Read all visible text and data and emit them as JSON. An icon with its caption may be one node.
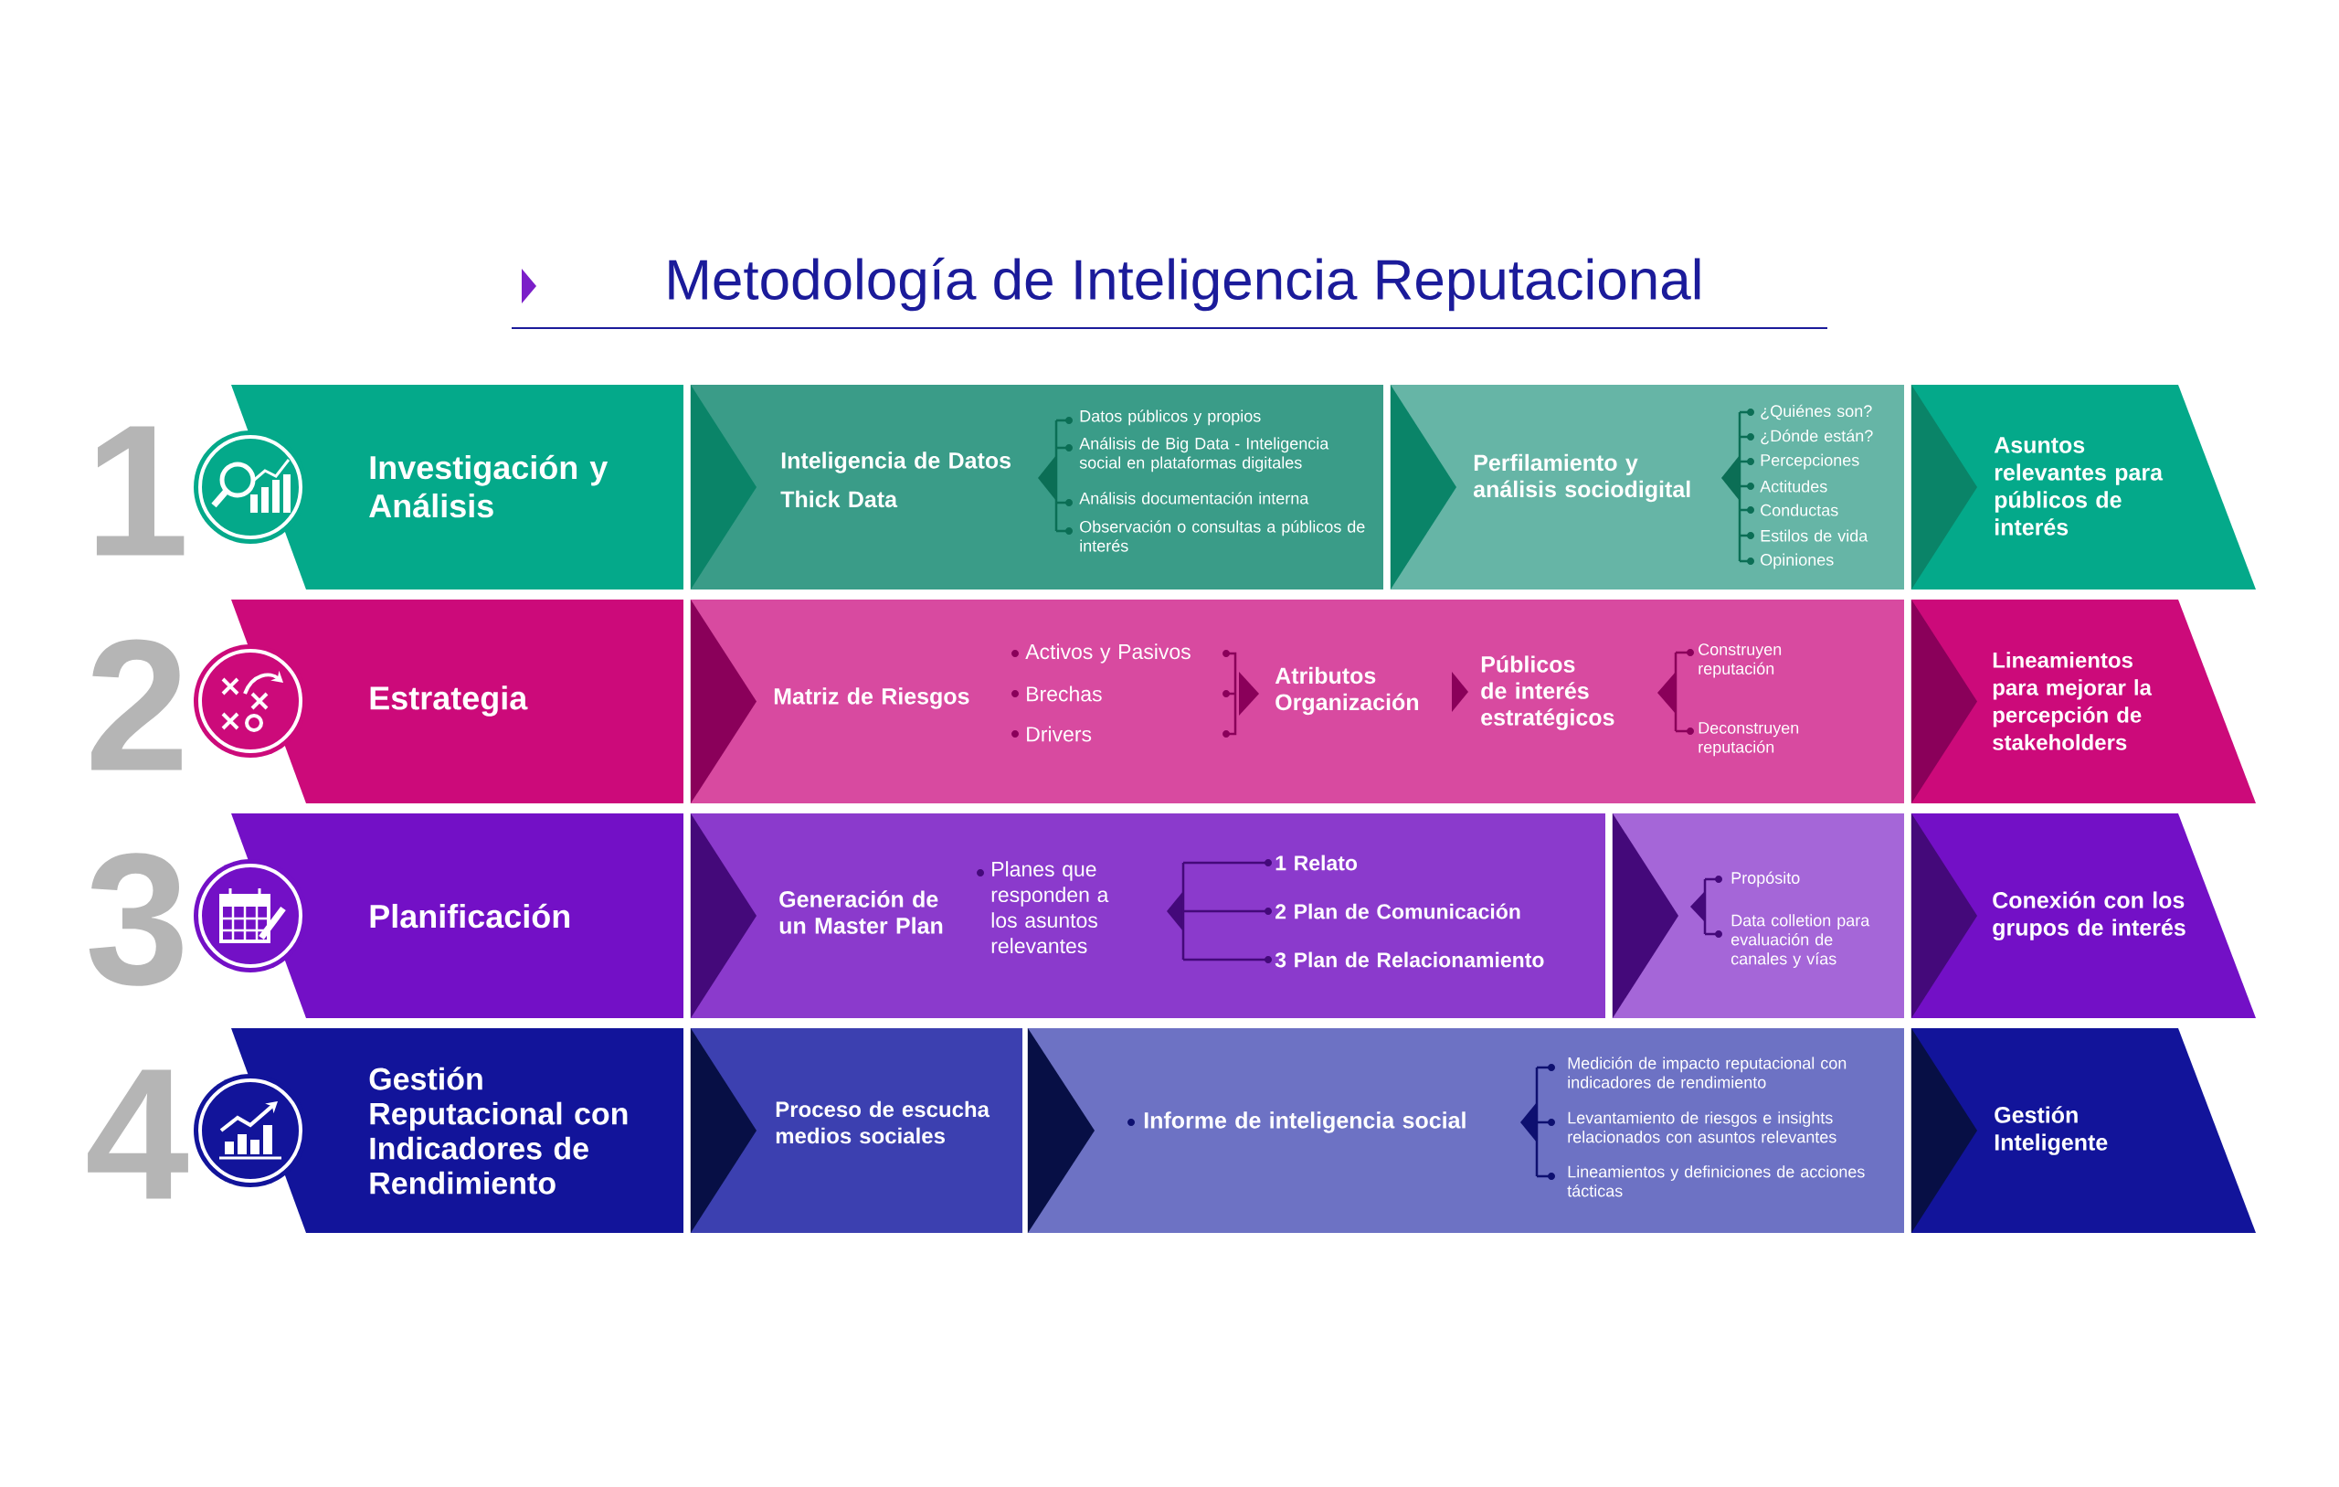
{
  "diagram": {
    "title": "Metodología de Inteligencia Reputacional",
    "nodes": [
      {
        "text": [
          "Investigación y Análisis"
        ]
      },
      {
        "text": [
          "Inteligencia de Datos",
          "Thick Data",
          "Datos públicos y propios",
          "Análisis de Big Data - Inteligencia social en plataformas digitales",
          "Análisis documentación interna",
          "Observación o consultas a públicos de interés"
        ]
      },
      {
        "text": [
          "Perfilamiento y análisis sociodigital",
          "¿Quiénes son?",
          "¿Dónde están?",
          "Percepciones",
          "Actitudes",
          "Conductas",
          "Estilos de vida",
          "Opiniones"
        ]
      },
      {
        "text": [
          "Asuntos relevantes para públicos de interés"
        ]
      },
      {
        "text": [
          "Estrategia"
        ]
      },
      {
        "text": [
          "Matriz de Riesgos",
          "Activos y Pasivos",
          "Brechas",
          "Drivers",
          "Atributos Organización",
          "Públicos de interés estratégicos",
          "Construyen reputación",
          "Deconstruyen reputación"
        ]
      },
      {
        "text": [
          "Lineamientos para mejorar la percepción de stakeholders"
        ]
      },
      {
        "text": [
          "Planificación"
        ]
      },
      {
        "text": [
          "Generación de un Master Plan",
          "Planes que responden a los asuntos relevantes",
          "1 Relato",
          "2 Plan de Comunicación",
          "3 Plan de Relacionamiento"
        ]
      },
      {
        "text": [
          "Propósito",
          "Data colletion para evaluación de canales y vías"
        ]
      },
      {
        "text": [
          "Conexión con los grupos de interés"
        ]
      },
      {
        "text": [
          "Gestión Reputacional con Indicadores de Rendimiento"
        ]
      },
      {
        "text": [
          "Proceso de escucha medios sociales"
        ]
      },
      {
        "text": [
          "Informe de inteligencia social",
          "Medición de impacto reputacional con indicadores de rendimiento",
          "Levantamiento de riesgos e insights relacionados con asuntos relevantes",
          "Lineamientos y definiciones de acciones tácticas"
        ]
      },
      {
        "text": [
          "Gestión Inteligente"
        ]
      }
    ],
    "edges": [
      {
        "from": 0,
        "to": 1,
        "arrow": "to",
        "color": "#0a8468"
      },
      {
        "from": 1,
        "to": 2,
        "arrow": "to",
        "color": "#0a8468"
      },
      {
        "from": 2,
        "to": 3,
        "arrow": "to",
        "color": "#0a8468"
      },
      {
        "from": 4,
        "to": 5,
        "arrow": "to",
        "color": "#8a005a"
      },
      {
        "from": 5,
        "to": 6,
        "arrow": "to",
        "color": "#8a005a"
      },
      {
        "from": 7,
        "to": 8,
        "arrow": "to",
        "color": "#44097a"
      },
      {
        "from": 8,
        "to": 9,
        "arrow": "to",
        "color": "#44097a"
      },
      {
        "from": 9,
        "to": 10,
        "arrow": "to",
        "color": "#44097a"
      },
      {
        "from": 11,
        "to": 12,
        "arrow": "to",
        "color": "#070f45"
      },
      {
        "from": 12,
        "to": 13,
        "arrow": "to",
        "color": "#070f45"
      },
      {
        "from": 13,
        "to": 14,
        "arrow": "to",
        "color": "#070f45"
      }
    ],
    "labels": [
      "1",
      "2",
      "3",
      "4"
    ]
  }
}
